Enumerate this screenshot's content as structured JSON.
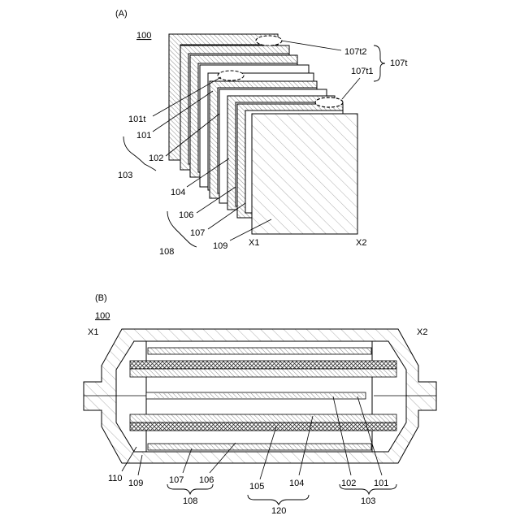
{
  "panel_a": {
    "panel_label": "(A)",
    "ref_numeral": "100",
    "labels": {
      "l_107t2": "107t2",
      "l_107t": "107t",
      "l_107t1": "107t1",
      "l_101t": "101t",
      "l_101": "101",
      "l_102": "102",
      "l_103": "103",
      "l_104": "104",
      "l_106": "106",
      "l_107": "107",
      "l_108": "108",
      "l_109": "109",
      "l_x1": "X1",
      "l_x2": "X2"
    }
  },
  "panel_b": {
    "panel_label": "(B)",
    "ref_numeral": "100",
    "labels": {
      "l_x1": "X1",
      "l_x2": "X2",
      "l_110": "110",
      "l_109": "109",
      "l_107": "107",
      "l_106": "106",
      "l_108": "108",
      "l_105": "105",
      "l_104": "104",
      "l_120": "120",
      "l_102": "102",
      "l_101": "101",
      "l_103": "103"
    }
  }
}
